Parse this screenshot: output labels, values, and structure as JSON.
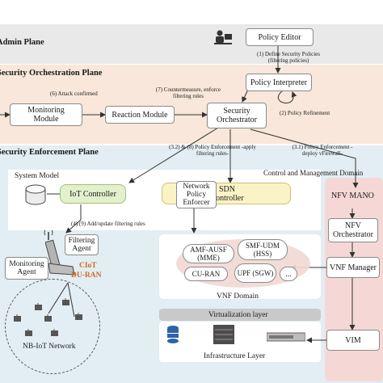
{
  "planes": {
    "admin": "Admin Plane",
    "orchestration": "Security Orchestration Plane",
    "enforcement": "Security Enforcement Plane"
  },
  "nodes": {
    "policy_editor": "Policy Editor",
    "policy_interpreter": "Policy Interpreter",
    "monitoring_module": "Monitoring Module",
    "reaction_module": "Reaction Module",
    "security_orchestrator": "Security Orchestrator",
    "system_model": "System Model",
    "iot_controller": "IoT Controller",
    "network_policy_enforcer": "Network Policy Enforcer",
    "sdn_controller": "SDN Controller",
    "control_mgmt_domain": "Control and Management Domain",
    "nfv_mano": "NFV MANO",
    "nfv_orchestrator": "NFV Orchestrator",
    "vnf_manager": "VNF Manager",
    "vim": "VIM",
    "filtering_agent": "Filtering Agent",
    "monitoring_agent": "Monitoring Agent",
    "ciot": "CIoT",
    "du_ran": "DU-RAN",
    "amf_ausf": "AMF-AUSF (MME)",
    "smf_udm": "SMF-UDM (HSS)",
    "cu_ran": "CU-RAN",
    "upf": "UPF (SGW)",
    "ellipsis": "...",
    "vnf_domain": "VNF Domain",
    "virtualization_layer": "Virtualization layer",
    "infrastructure_layer": "Infrastructure Layer",
    "nb_iot_network": "NB-IoT Network"
  },
  "edges": {
    "e1": "(1) Define Security Policies (filtering policies)",
    "e2": "(2) Policy Refinement",
    "e6": "(6) Attack confirmed",
    "e7": "(7) Countermeasure, enforce filtering rules",
    "e32_8": "(3.2) & (8) Policy Enforcement -apply filtering rules-",
    "e31": "(3.1) Policy Enforcement -deploy vFirewall-",
    "e4_9": "(4) (9) Add/update filtering rules"
  },
  "colors": {
    "admin_band": "#e9e9e9",
    "orchestration_band": "#f8e7da",
    "enforcement_band": "#e2eef3",
    "iot_fill": "#e3f0cc",
    "sdn_fill": "#faf3c6",
    "mano_fill": "#f5d8d6",
    "nfv_ellipse": "#f2d8d3",
    "virt_bar": "#c9c9c9",
    "accent_orange": "#d9661e"
  }
}
